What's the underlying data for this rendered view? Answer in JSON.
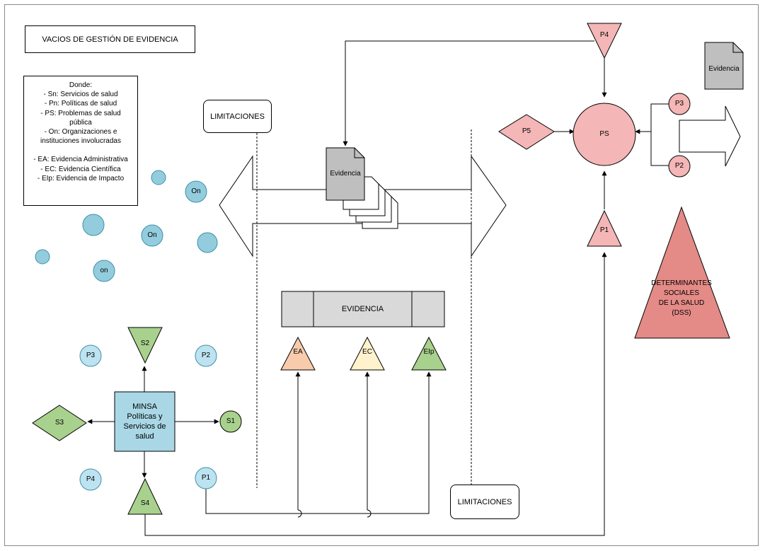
{
  "title": "VACIOS DE GESTIÓN DE EVIDENCIA",
  "legend": {
    "heading": "Donde:",
    "items": [
      "- Sn: Servicios de salud",
      "- Pn: Políticas de salud",
      "- PS: Problemas de salud pública",
      "- On: Organizaciones e instituciones involucradas",
      "",
      "- EA: Evidencia Administrativa",
      "- EC: Evidencia Científica",
      "- EIp: Evidencia de Impacto"
    ]
  },
  "limitations": {
    "top": "LIMITACIONES",
    "bottom": "LIMITACIONES"
  },
  "evidence_bar": {
    "label": "EVIDENCIA",
    "fill": "#d9d9d9"
  },
  "evidence_types": [
    {
      "label": "EA",
      "fill": "#f8cbad"
    },
    {
      "label": "EC",
      "fill": "#fff2cc"
    },
    {
      "label": "EIp",
      "fill": "#a9d18e"
    }
  ],
  "document_center": "Evidencia",
  "document_right": "Evidencia",
  "organizations": [
    "On",
    "On",
    "on"
  ],
  "minsa": {
    "line1": "MINSA",
    "line2": "Políticas y",
    "line3": "Servicios de",
    "line4": "salud",
    "fill": "#a9d7e6"
  },
  "services": {
    "s1": "S1",
    "s2": "S2",
    "s3": "S3",
    "s4": "S4",
    "fill": "#a9d18e"
  },
  "policies_left": {
    "p1": "P1",
    "p2": "P2",
    "p3": "P3",
    "p4": "P4",
    "fill": "#bde3f0"
  },
  "ps_cluster": {
    "ps": "PS",
    "p1": "P1",
    "p2": "P2",
    "p3": "P3",
    "p4": "P4",
    "p5": "P5",
    "fill": "#f4b6b6"
  },
  "dss": {
    "line1": "DETERMINANTES",
    "line2": "SOCIALES",
    "line3": "DE LA SALUD",
    "line4": "(DSS)",
    "fill": "#e48b87"
  },
  "colors": {
    "organization_circle": "#93cddd",
    "organization_stroke": "#3f8fa8",
    "line": "#000000"
  }
}
